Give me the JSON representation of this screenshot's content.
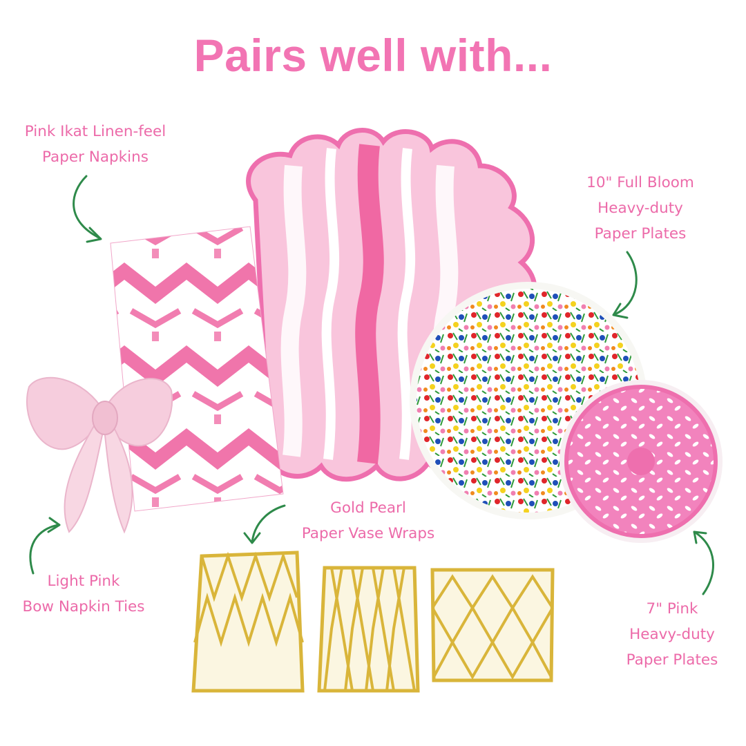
{
  "heading": "Pairs well with...",
  "products": {
    "napkins": {
      "line1": "Pink Ikat Linen-feel",
      "line2": "Paper Napkins"
    },
    "full_bloom_plates": {
      "line1": "10\" Full Bloom",
      "line2": "Heavy-duty",
      "line3": "Paper Plates"
    },
    "vase_wraps": {
      "line1": "Gold Pearl",
      "line2": "Paper Vase Wraps"
    },
    "bow_ties": {
      "line1": "Light Pink",
      "line2": "Bow Napkin Ties"
    },
    "pink_plates": {
      "line1": "7\" Pink",
      "line2": "Heavy-duty",
      "line3": "Paper Plates"
    }
  },
  "colors": {
    "heading": "#f274b3",
    "label": "#ec6aa9",
    "arrow": "#2e8a4a",
    "pink": "#ee6fae",
    "gold": "#d9b53a"
  }
}
